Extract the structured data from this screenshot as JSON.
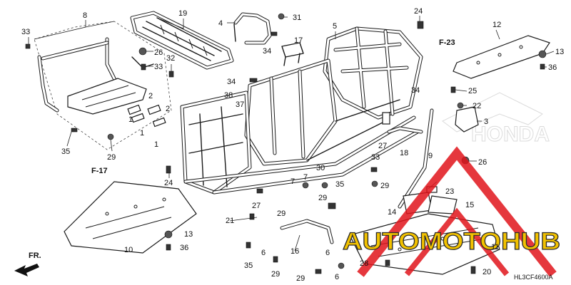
{
  "callouts": {
    "c8": "8",
    "c19": "19",
    "c4": "4",
    "c31": "31",
    "c24a": "24",
    "c33a": "33",
    "c26a": "26",
    "c33b": "33",
    "c32": "32",
    "c17": "17",
    "c34a": "34",
    "c5": "5",
    "c12": "12",
    "c13a": "13",
    "c36a": "36",
    "c23a": "F-23",
    "c34b": "34",
    "c38": "38",
    "c37": "37",
    "c25": "25",
    "c22": "22",
    "c3": "3",
    "c34c": "34",
    "c2a": "2",
    "c2b": "2",
    "c1a": "1",
    "c1b": "1",
    "c1c": "1",
    "c35a": "35",
    "c29a": "29",
    "c27a": "27",
    "c18": "18",
    "c9": "9",
    "c26b": "26",
    "c17ref": "F-17",
    "c24b": "24",
    "c33c": "33",
    "c29b": "29",
    "c30": "30",
    "c7a": "7",
    "c7b": "7",
    "c35b": "35",
    "c23b": "23",
    "c15": "15",
    "c14": "14",
    "c21": "21",
    "c27b": "27",
    "c29c": "29",
    "c29d": "29",
    "c16": "16",
    "c13b": "13",
    "c36b": "36",
    "c10": "10",
    "c6a": "6",
    "c6b": "6",
    "c35c": "35",
    "c29e": "29",
    "c29f": "29",
    "c6c": "6",
    "c28": "28",
    "c11": "11",
    "c20": "20"
  },
  "direction_label": "FR.",
  "drawing_code": "HL3CF4600A",
  "watermark": {
    "text": "AUTOMOTOHUB",
    "colors": {
      "red": "#e0141b",
      "yellow": "#f2c200",
      "grey": "#2b2b2b"
    }
  },
  "brand_watermark": "HONDA"
}
